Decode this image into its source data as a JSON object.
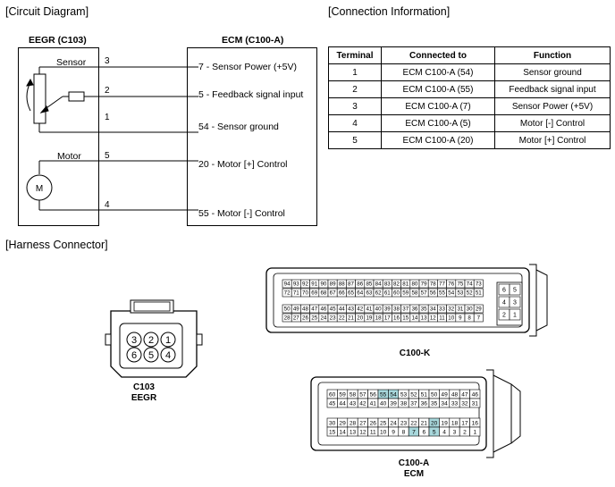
{
  "sections": {
    "circuit": "[Circuit Diagram]",
    "connection": "[Connection Information]",
    "harness": "[Harness Connector]"
  },
  "circuit": {
    "eegr_title": "EEGR (C103)",
    "ecm_title": "ECM (C100-A)",
    "sensor_label": "Sensor",
    "motor_label": "Motor",
    "motor_symbol": "M",
    "left_pins": [
      "3",
      "2",
      "1",
      "5",
      "4"
    ],
    "ecm_signals": [
      {
        "pin": "7",
        "label": " - Sensor Power  (+5V)"
      },
      {
        "pin": "5",
        "label": " - Feedback signal input"
      },
      {
        "pin": "54",
        "label": " - Sensor ground"
      },
      {
        "pin": "20",
        "label": " - Motor [+] Control"
      },
      {
        "pin": "55",
        "label": " - Motor [-] Control"
      }
    ]
  },
  "connection_table": {
    "headers": [
      "Terminal",
      "Connected to",
      "Function"
    ],
    "rows": [
      [
        "1",
        "ECM C100-A (54)",
        "Sensor ground"
      ],
      [
        "2",
        "ECM C100-A (55)",
        "Feedback signal input"
      ],
      [
        "3",
        "ECM C100-A (7)",
        "Sensor Power  (+5V)"
      ],
      [
        "4",
        "ECM C100-A (5)",
        "Motor [-] Control"
      ],
      [
        "5",
        "ECM C100-A (20)",
        "Motor [+] Control"
      ]
    ]
  },
  "connectors": {
    "c103": {
      "name": "C103",
      "sub": "EEGR",
      "top_row": [
        "3",
        "2",
        "1"
      ],
      "bottom_row": [
        "6",
        "5",
        "4"
      ]
    },
    "c100k": {
      "name": "C100-K",
      "row1": [
        "94",
        "93",
        "92",
        "91",
        "90",
        "89",
        "88",
        "87",
        "86",
        "85",
        "84",
        "83",
        "82",
        "81",
        "80",
        "79",
        "78",
        "77",
        "76",
        "75",
        "74",
        "73"
      ],
      "row2": [
        "72",
        "71",
        "70",
        "69",
        "68",
        "67",
        "66",
        "65",
        "64",
        "63",
        "62",
        "61",
        "60",
        "59",
        "58",
        "57",
        "56",
        "55",
        "54",
        "53",
        "52",
        "51"
      ],
      "row3": [
        "50",
        "49",
        "48",
        "47",
        "46",
        "45",
        "44",
        "43",
        "42",
        "41",
        "40",
        "39",
        "38",
        "37",
        "36",
        "35",
        "34",
        "33",
        "32",
        "31",
        "30",
        "29"
      ],
      "row4": [
        "28",
        "27",
        "26",
        "25",
        "24",
        "23",
        "22",
        "21",
        "20",
        "19",
        "18",
        "17",
        "16",
        "15",
        "14",
        "13",
        "12",
        "11",
        "10",
        "9",
        "8",
        "7"
      ],
      "side": [
        [
          "6",
          "5"
        ],
        [
          "4",
          "3"
        ],
        [
          "2",
          "1"
        ]
      ]
    },
    "c100a": {
      "name": "C100-A",
      "sub": "ECM",
      "row1": [
        "60",
        "59",
        "58",
        "57",
        "56",
        "55",
        "54",
        "53",
        "52",
        "51",
        "50",
        "49",
        "48",
        "47",
        "46"
      ],
      "row2": [
        "45",
        "44",
        "43",
        "42",
        "41",
        "40",
        "39",
        "38",
        "37",
        "36",
        "35",
        "34",
        "33",
        "32",
        "31"
      ],
      "row3": [
        "30",
        "29",
        "28",
        "27",
        "26",
        "25",
        "24",
        "23",
        "22",
        "21",
        "20",
        "19",
        "18",
        "17",
        "16"
      ],
      "row4": [
        "15",
        "14",
        "13",
        "12",
        "11",
        "10",
        "9",
        "8",
        "7",
        "6",
        "5",
        "4",
        "3",
        "2",
        "1"
      ],
      "highlighted": [
        "55",
        "54",
        "20",
        "7",
        "5"
      ],
      "highlight_color": "#a8d8dc"
    }
  }
}
